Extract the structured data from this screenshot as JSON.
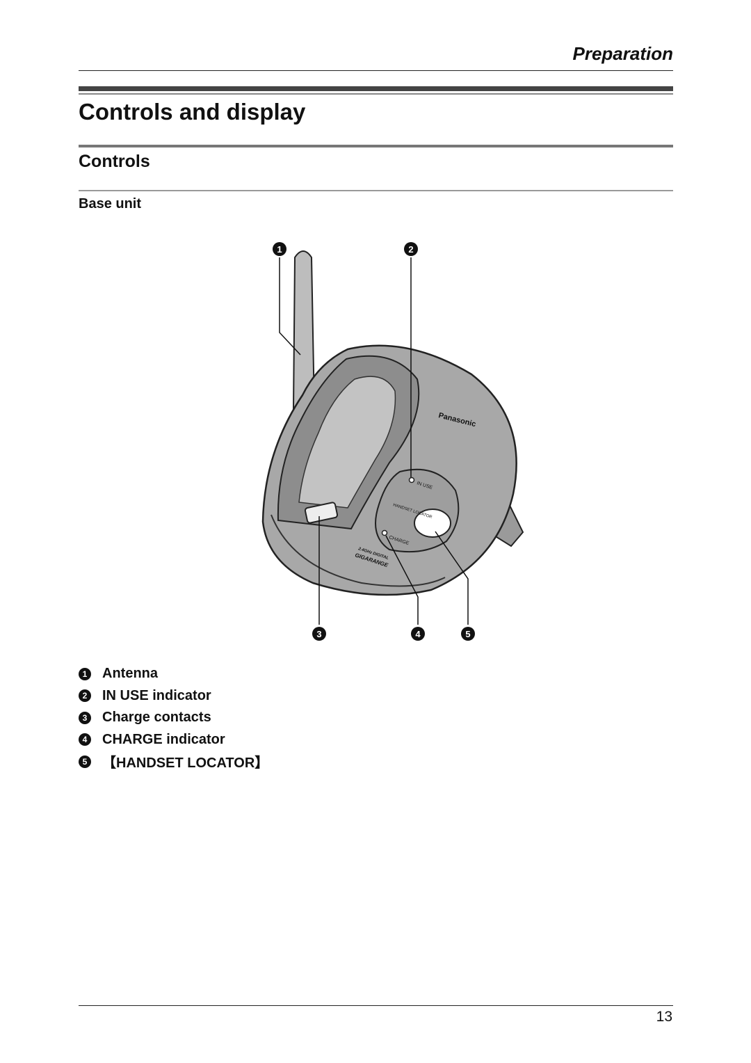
{
  "header": {
    "section": "Preparation"
  },
  "page": {
    "title": "Controls and display",
    "section_title": "Controls",
    "subsection_title": "Base unit",
    "page_number": "13"
  },
  "figure": {
    "callouts": [
      "1",
      "2",
      "3",
      "4",
      "5"
    ],
    "device_labels": {
      "brand": "Panasonic",
      "in_use": "IN USE",
      "handset_locator": "HANDSET LOCATOR",
      "charge": "CHARGE",
      "model_line1": "2.4GHz DIGITAL",
      "model_line2": "GIGARANGE"
    }
  },
  "legend": [
    {
      "num": "1",
      "label": "Antenna"
    },
    {
      "num": "2",
      "label": "IN USE indicator"
    },
    {
      "num": "3",
      "label": "Charge contacts"
    },
    {
      "num": "4",
      "label": "CHARGE indicator"
    },
    {
      "num": "5",
      "label": "【HANDSET LOCATOR】"
    }
  ]
}
